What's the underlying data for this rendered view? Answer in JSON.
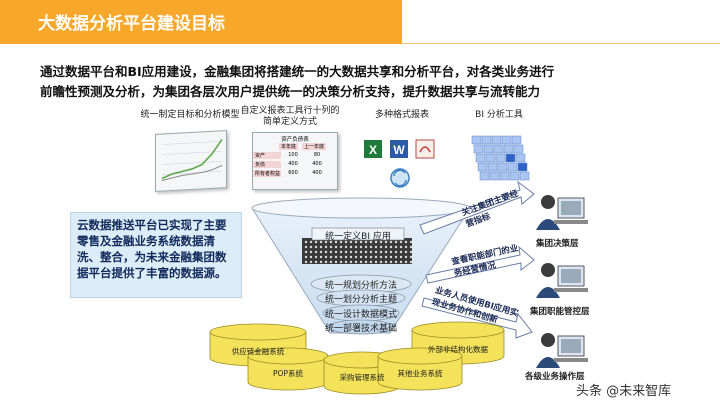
{
  "banner": {
    "title": "大数据分析平台建设目标",
    "color": "#f7a72a"
  },
  "intro": {
    "line1": "通过数据平台和BI应用建设，金融集团将搭建统一的大数据共享和分析平台，对各类业务进行",
    "line2": "前瞻性预测及分析，为集团各层次用户提供统一的决策分析支持，提升数据共享与流转能力"
  },
  "tools": {
    "t1": "统一制定目标和分析模型",
    "t2": "自定义报表工具行十列的简单定义方式",
    "t3": "多种格式报表",
    "t4": "BI 分析工具"
  },
  "mini_report": {
    "title": "资产负债表",
    "headers": [
      "本年底",
      "上一年底"
    ],
    "rows": [
      [
        "资产",
        "100",
        "80"
      ],
      [
        "负债",
        "400",
        "400"
      ],
      [
        "所有者权益",
        "600",
        "400"
      ]
    ]
  },
  "note": "云数据推送平台已实现了主要零售及金融业务系统数据清洗、整合，为未来金融集团数据平台提供了丰富的数据源。",
  "funnel": {
    "bi": "统一定义BI 应用",
    "l1": "统一规划分析方法",
    "l2": "统一划分分析主题",
    "l3": "统一设计数据模式",
    "l4": "统一部署技术基础"
  },
  "arrows": {
    "a1": "关注集团主要经营指标",
    "a2": "查看职能部门的业务经营情况",
    "a3": "业务人员使用BI应用实现业务协作和创新"
  },
  "roles": {
    "r1": "集团决策层",
    "r2": "集团职能管控层",
    "r3": "各级业务操作层"
  },
  "sources": {
    "s1": "供应链金融系统",
    "s2": "POP系统",
    "s3": "采购管理系统",
    "s4": "其他业务系统",
    "s5": "外部非结构化数据"
  },
  "watermark": "头条 @未来智库"
}
